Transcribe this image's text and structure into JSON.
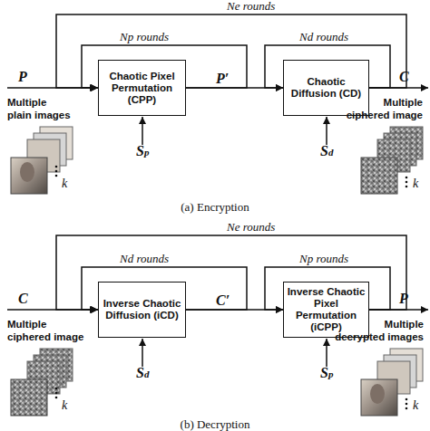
{
  "diagram": {
    "nodes": [
      {
        "text": [
          "Chaotic Pixel Permutation (CPP)"
        ]
      },
      {
        "text": [
          "Chaotic Diffusion (CD)"
        ]
      },
      {
        "text": [
          "Inverse Chaotic Diffusion (iCD)"
        ]
      },
      {
        "text": [
          "Inverse Chaotic Pixel Permutation (iCPP)"
        ]
      }
    ],
    "edges": [
      {
        "from": 0,
        "to": 1,
        "arrow": "to",
        "label": "P′"
      },
      {
        "from": 0,
        "to": 0,
        "arrow": "to",
        "label": "Np rounds"
      },
      {
        "from": 1,
        "to": 1,
        "arrow": "to",
        "label": "Nd rounds"
      },
      {
        "from": 1,
        "to": 0,
        "arrow": "to",
        "label": "Ne rounds"
      },
      {
        "from": 2,
        "to": 3,
        "arrow": "to",
        "label": "C′"
      },
      {
        "from": 2,
        "to": 2,
        "arrow": "to",
        "label": "Nd rounds"
      },
      {
        "from": 3,
        "to": 3,
        "arrow": "to",
        "label": "Np rounds"
      },
      {
        "from": 3,
        "to": 2,
        "arrow": "to",
        "label": "Ne rounds"
      }
    ],
    "labels": [
      "P",
      "Multiple plain images",
      "k",
      "Sp",
      "Sd",
      "C",
      "Multiple ciphered image",
      "k",
      "(a) Encryption",
      "C",
      "Multiple ciphered image",
      "k",
      "Sd",
      "Sp",
      "P",
      "Multiple decrypted images",
      "k",
      "(b) Decryption"
    ]
  }
}
